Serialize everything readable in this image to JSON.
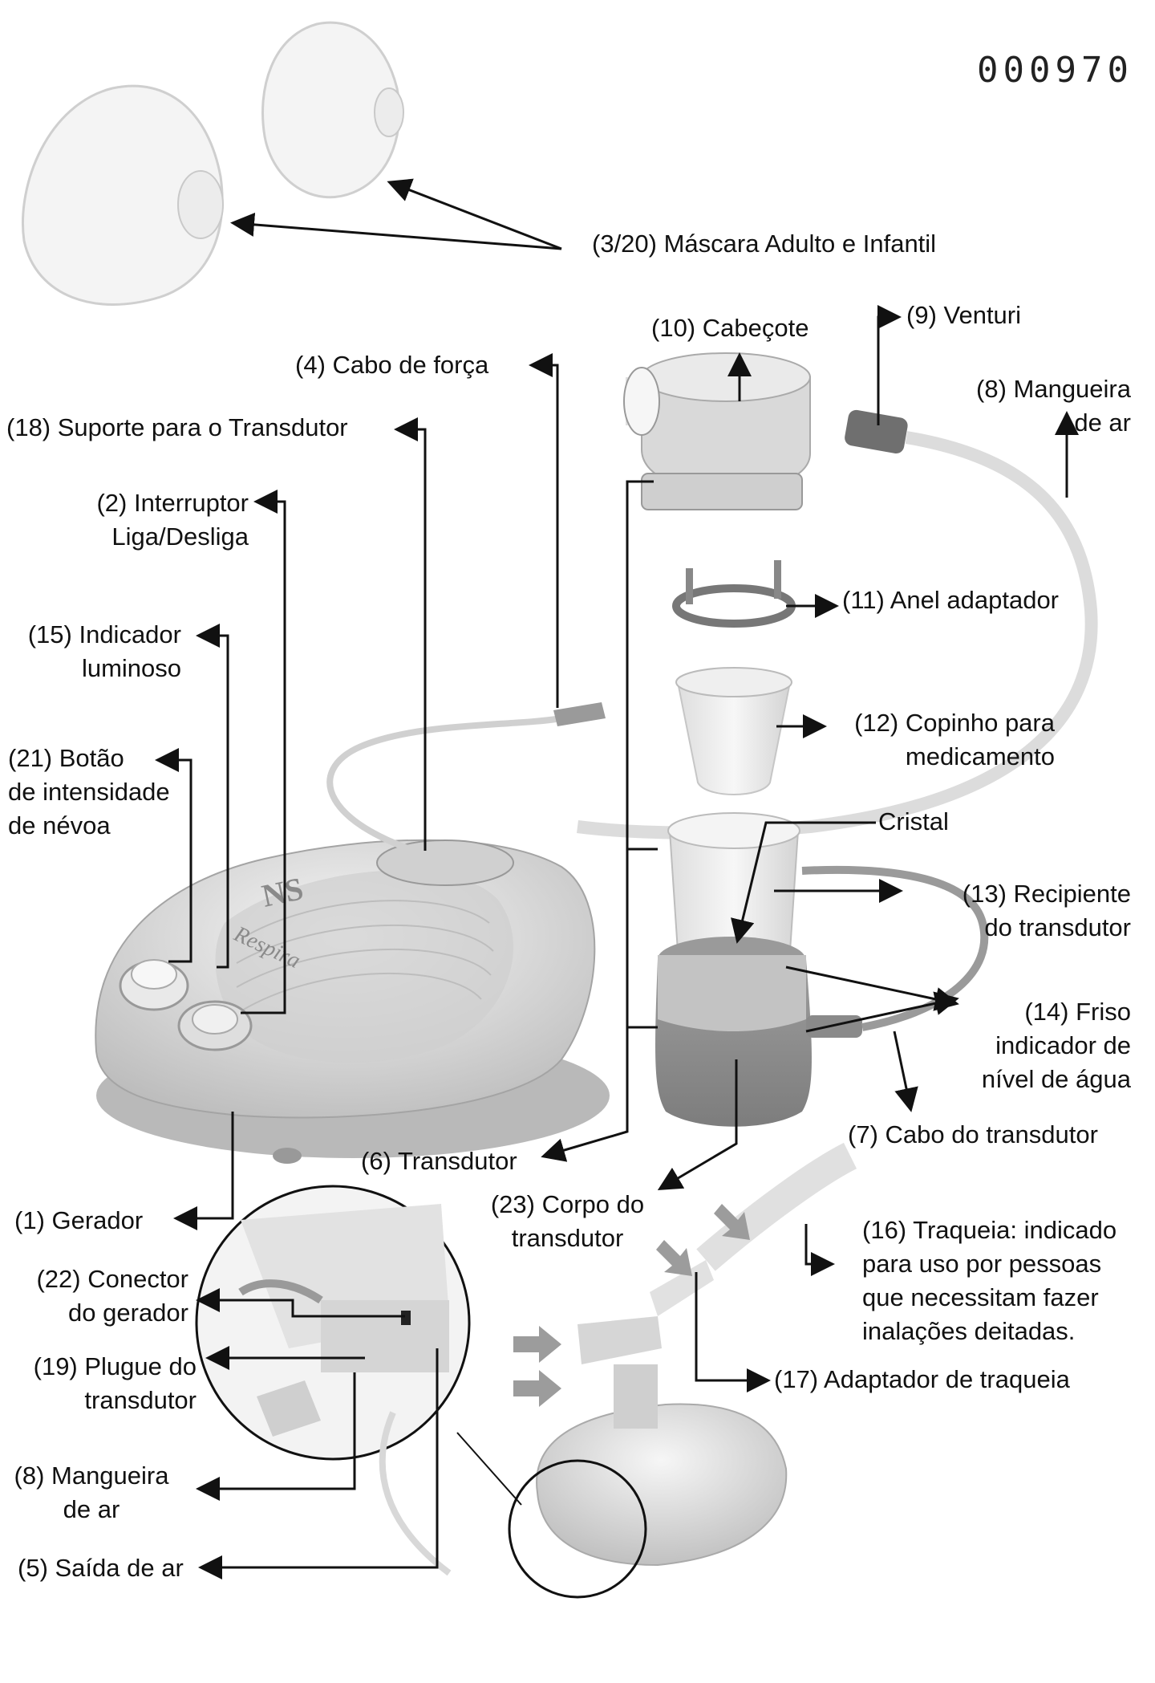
{
  "document_number": "000970",
  "labels": {
    "masks": "(3/20) Máscara Adulto e Infantil",
    "head": "(10) Cabeçote",
    "venturi": "(9) Venturi",
    "air_hose_top": [
      "(8) Mangueira",
      "de ar"
    ],
    "power_cable": "(4) Cabo de força",
    "transducer_support": "(18) Suporte para o Transdutor",
    "switch": [
      "(2) Interruptor",
      "Liga/Desliga"
    ],
    "indicator": [
      "(15) Indicador",
      "luminoso"
    ],
    "mist_button": [
      "(21) Botão",
      "de intensidade",
      "de névoa"
    ],
    "adapter_ring": "(11) Anel adaptador",
    "med_cup": [
      "(12) Copinho para",
      "medicamento"
    ],
    "crystal": "Cristal",
    "transducer_container": [
      "(13) Recipiente",
      "do transdutor"
    ],
    "water_level": [
      "(14) Friso",
      "indicador de",
      "nível de água"
    ],
    "transducer_cable": "(7) Cabo do transdutor",
    "transducer": "(6) Transdutor",
    "transducer_body": [
      "(23) Corpo do",
      "transdutor"
    ],
    "generator": "(1) Gerador",
    "generator_connector": [
      "(22) Conector",
      "do gerador"
    ],
    "transducer_plug": [
      "(19) Plugue do",
      "transdutor"
    ],
    "air_hose_bottom": [
      "(8) Mangueira",
      "de ar"
    ],
    "air_outlet": "(5) Saída de ar",
    "trachea": [
      "(16) Traqueia: indicado",
      "para uso por pessoas",
      "que necessitam fazer",
      "inalações deitadas."
    ],
    "trachea_adapter": "(17) Adaptador de traqueia"
  },
  "device_brand": "NS",
  "device_name": "Respira",
  "colors": {
    "line": "#111111",
    "device": "#e6e6e6",
    "device_dark": "#a9a9a9",
    "mask": "#f2f2f2"
  }
}
